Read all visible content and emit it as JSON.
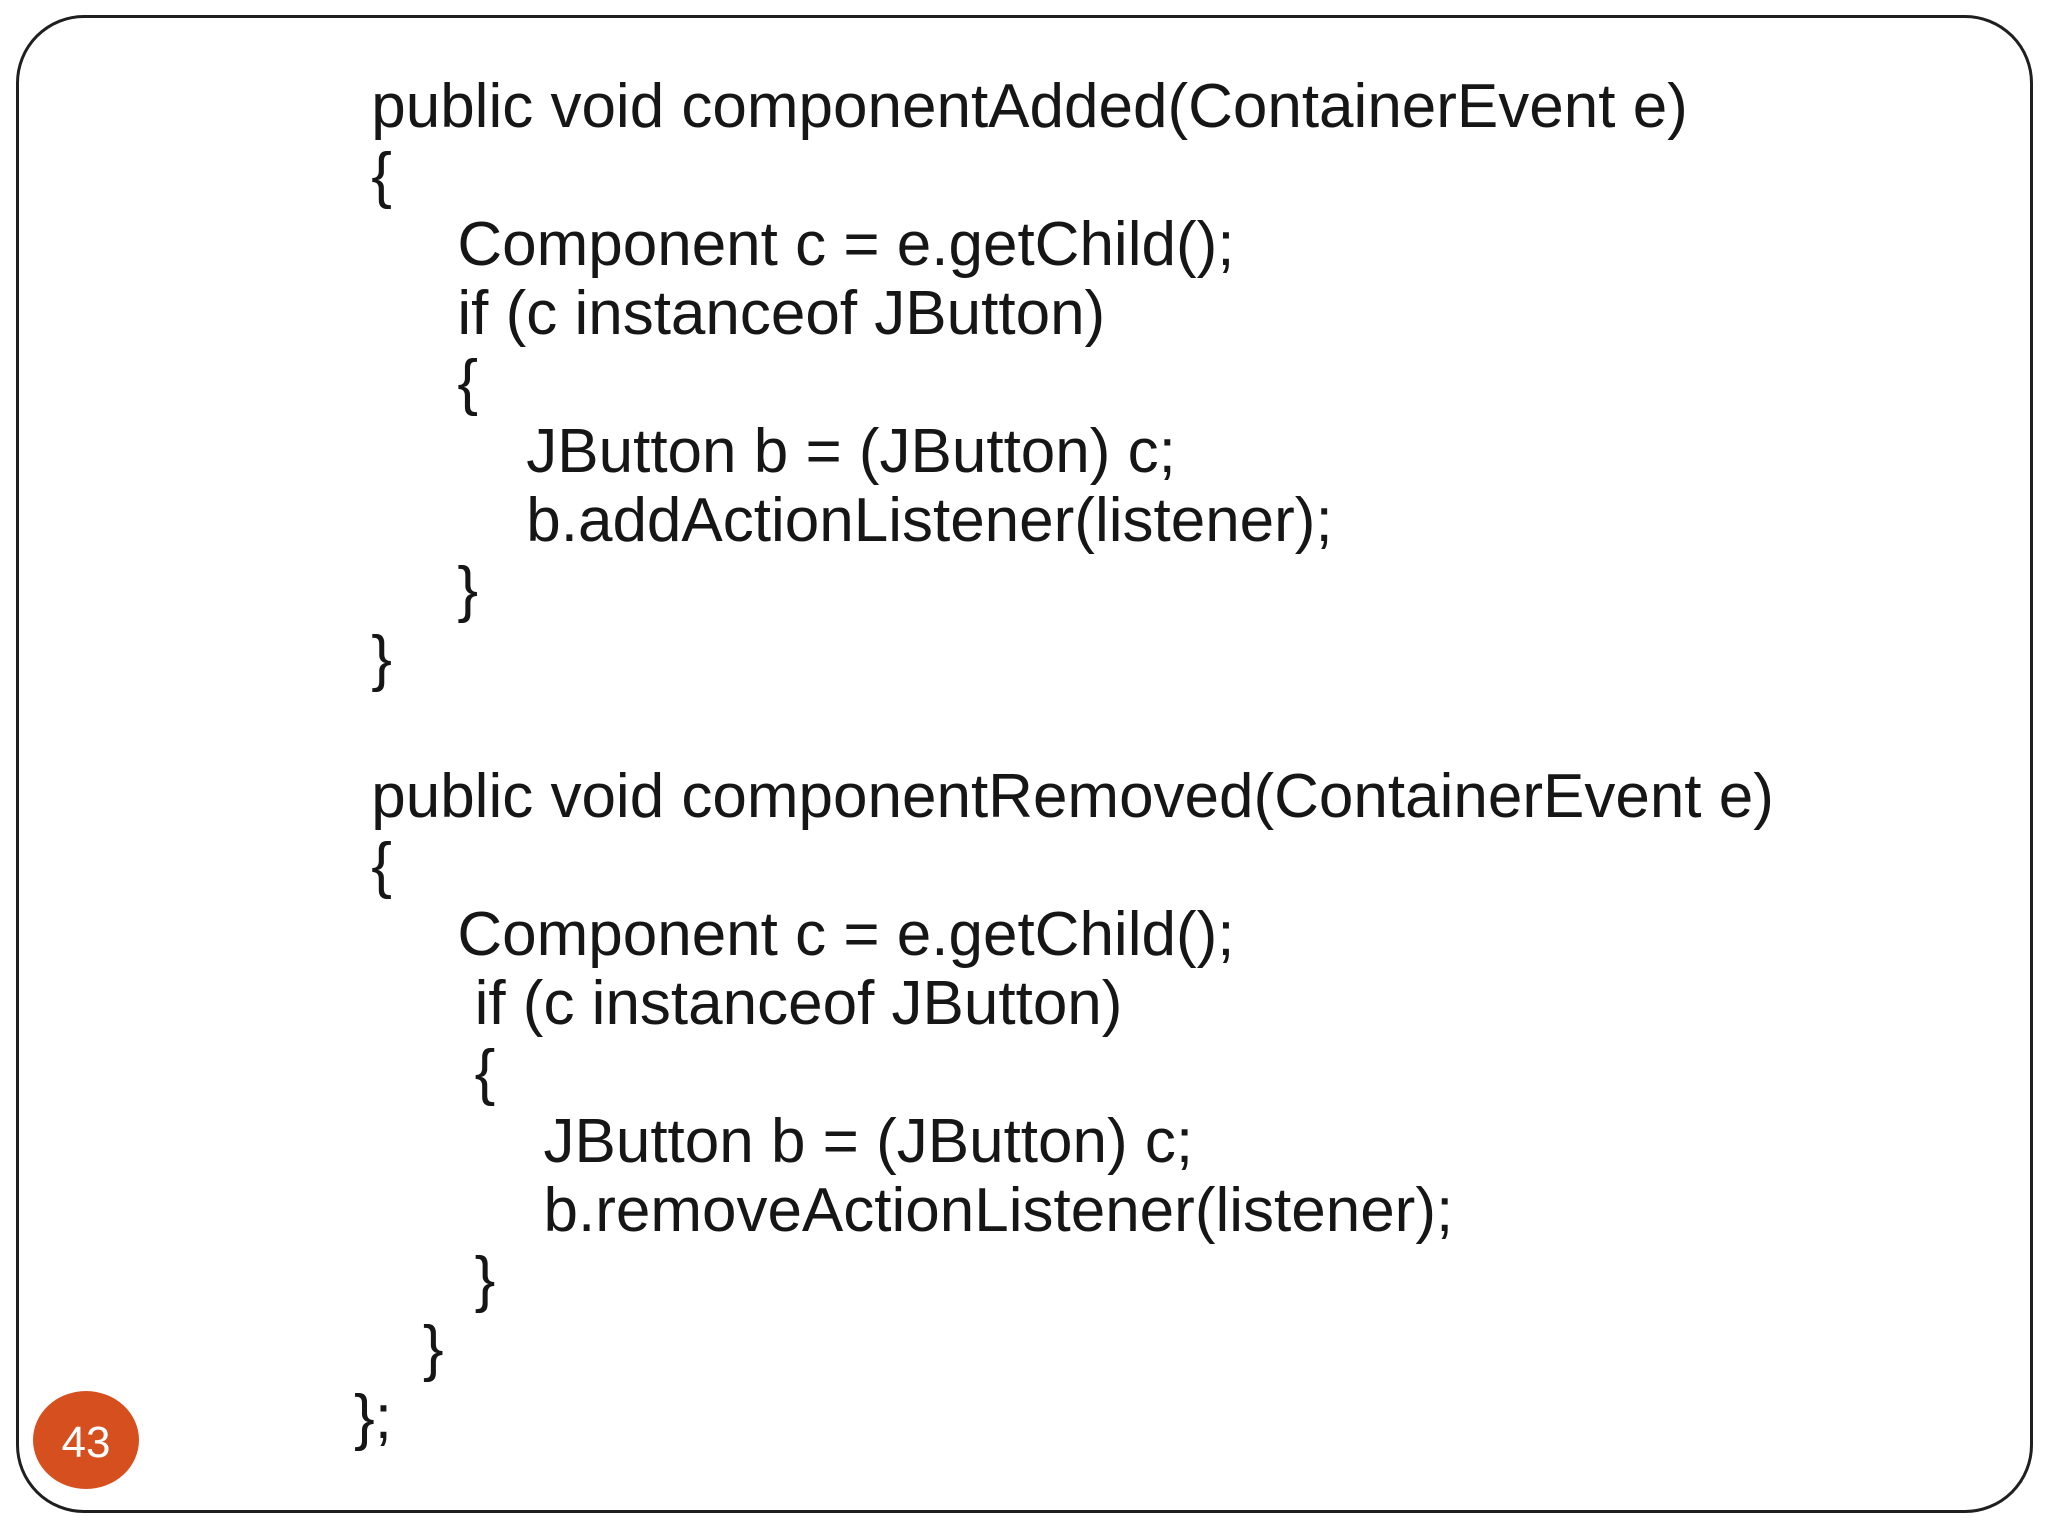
{
  "slide": {
    "background_color": "#ffffff",
    "border_color": "#1f1f1f",
    "text_color": "#161616",
    "code_lines": [
      " public void componentAdded(ContainerEvent e)",
      " {",
      "      Component c = e.getChild();",
      "      if (c instanceof JButton)",
      "      {",
      "          JButton b = (JButton) c;",
      "          b.addActionListener(listener);",
      "      }",
      " }",
      "",
      " public void componentRemoved(ContainerEvent e)",
      " {",
      "      Component c = e.getChild();",
      "       if (c instanceof JButton)",
      "       {",
      "           JButton b = (JButton) c;",
      "           b.removeActionListener(listener);",
      "       }",
      "    }",
      "};"
    ],
    "page_badge": {
      "number": "43",
      "bg_color": "#d6501f",
      "text_color": "#ffffff"
    }
  }
}
